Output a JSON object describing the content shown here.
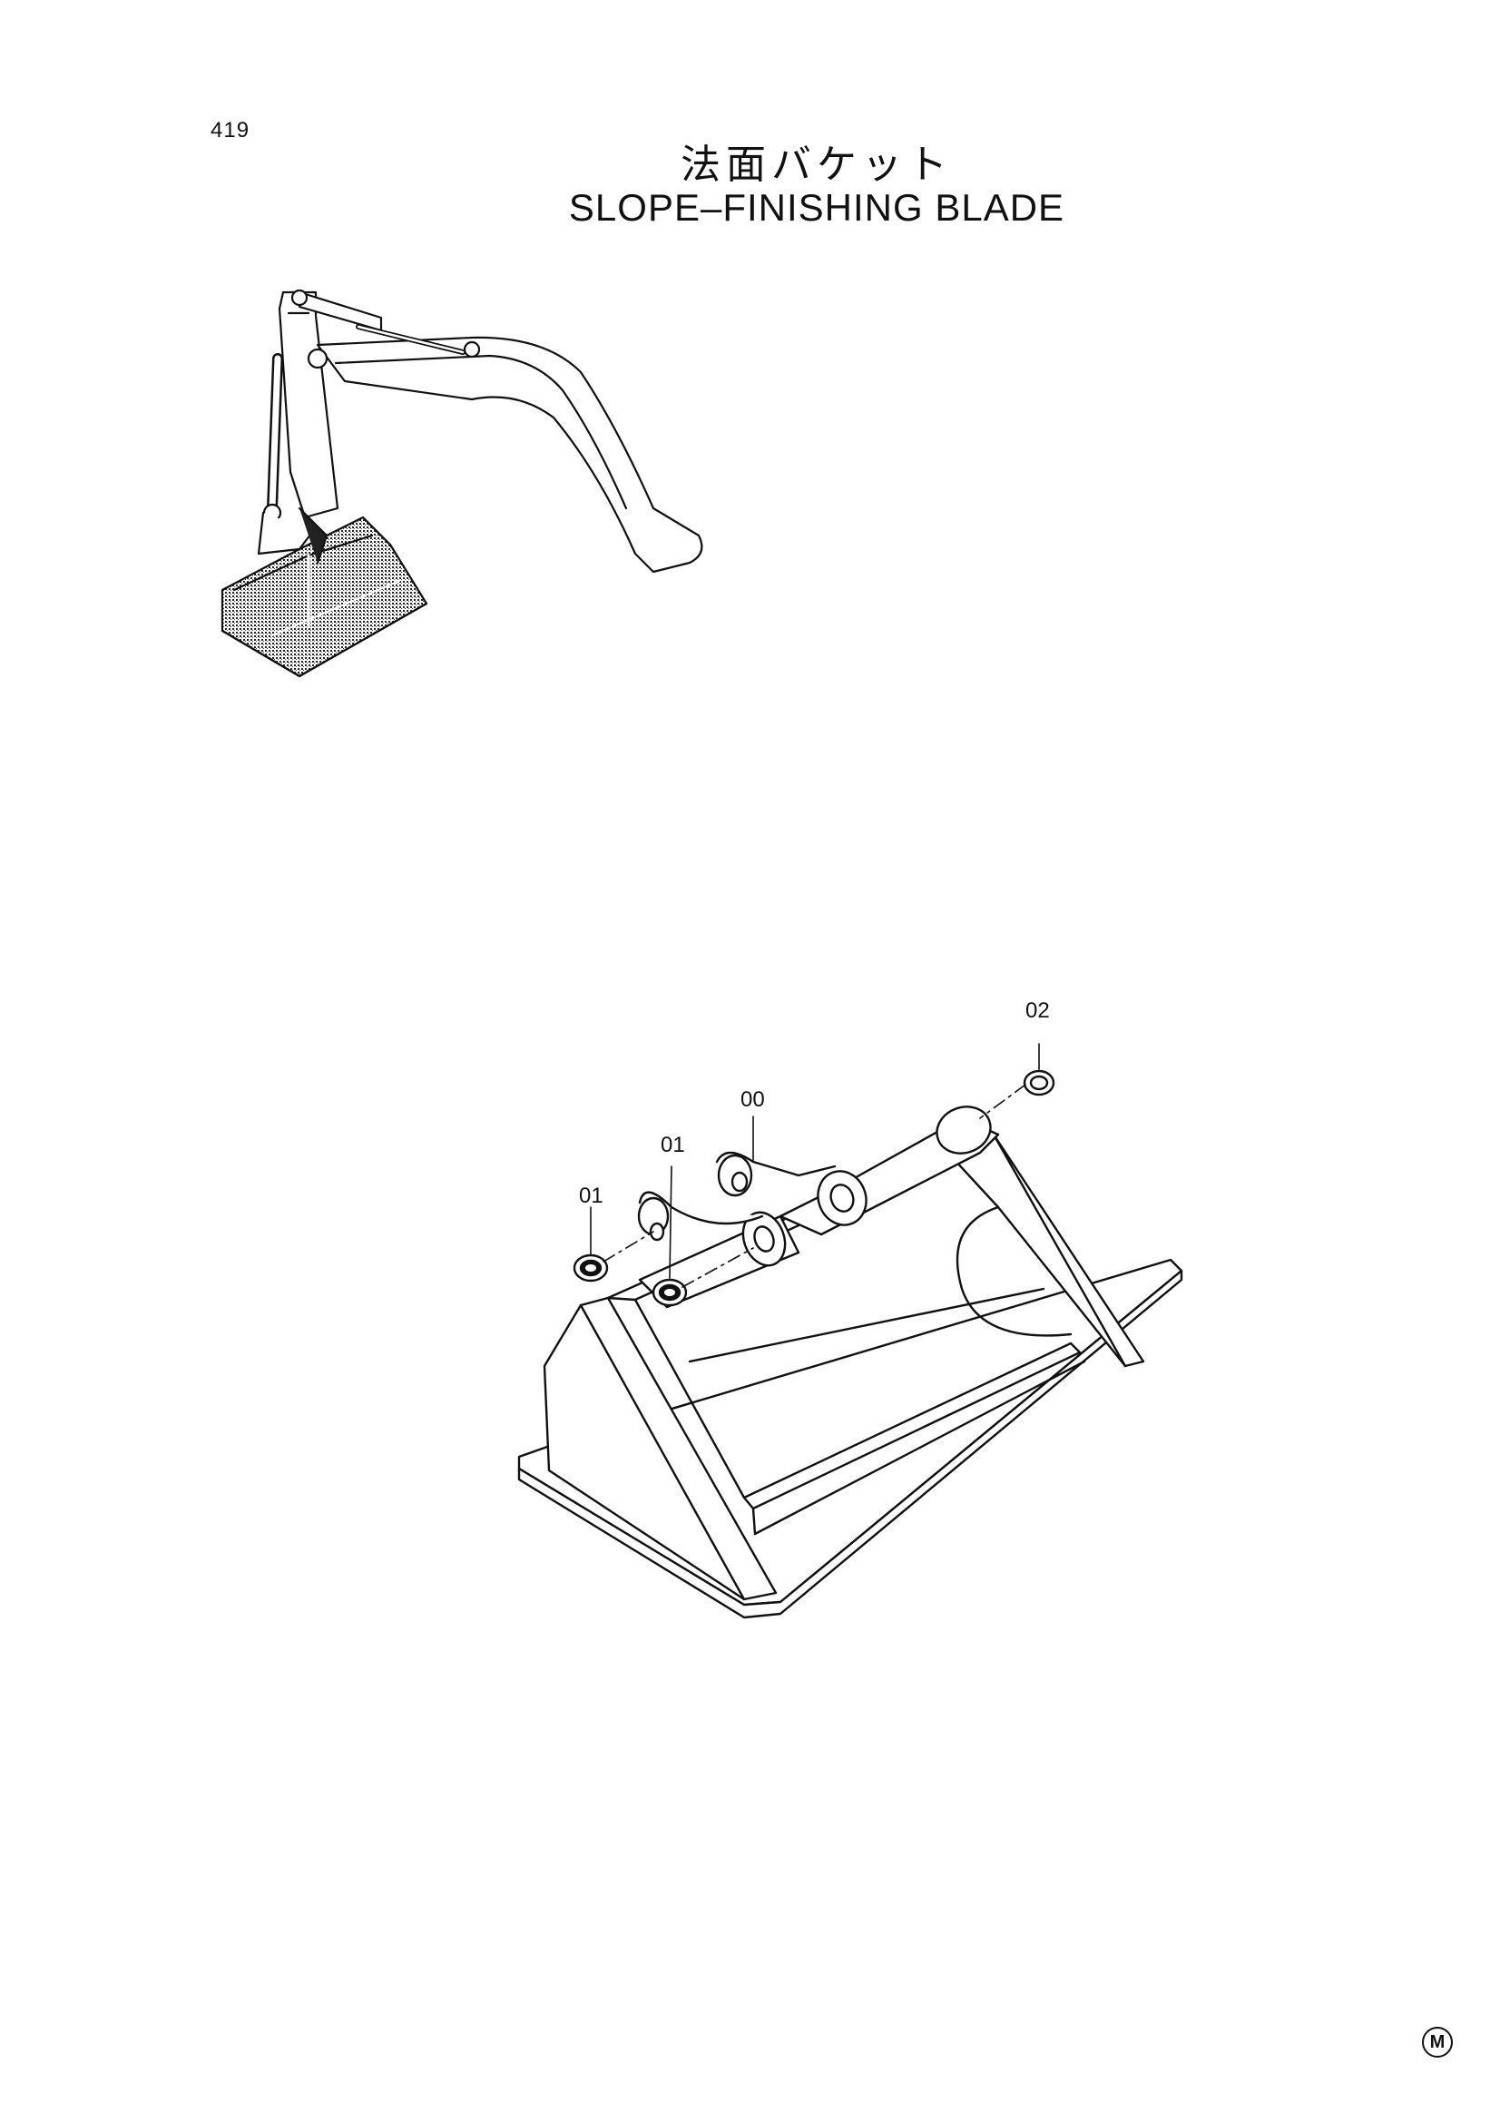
{
  "page": {
    "number": "419",
    "title_jp": "法面バケット",
    "title_en": "SLOPE–FINISHING BLADE",
    "catalog_mark": "M"
  },
  "callouts": [
    {
      "id": "c-00",
      "label": "00"
    },
    {
      "id": "c-01a",
      "label": "01"
    },
    {
      "id": "c-01b",
      "label": "01"
    },
    {
      "id": "c-02",
      "label": "02"
    }
  ]
}
